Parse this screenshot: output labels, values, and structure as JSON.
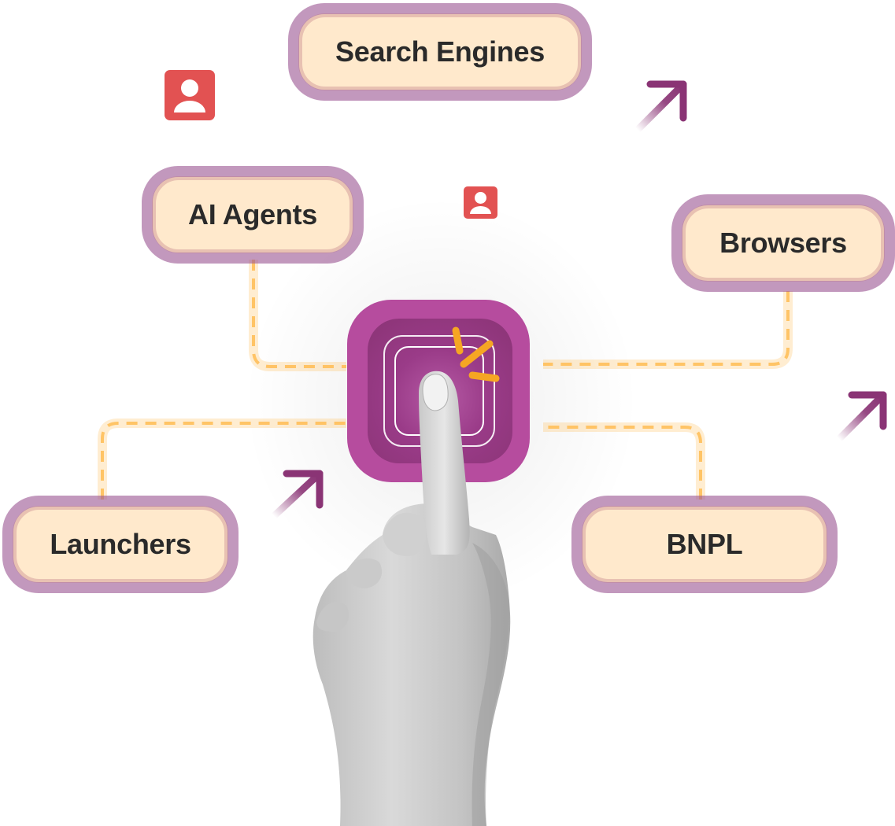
{
  "diagram": {
    "hub": {
      "name": "Tap / Click action",
      "icon": "finger-tap-icon"
    },
    "nodes": [
      {
        "id": "search-engines",
        "label": "Search Engines"
      },
      {
        "id": "ai-agents",
        "label": "AI Agents"
      },
      {
        "id": "browsers",
        "label": "Browsers"
      },
      {
        "id": "launchers",
        "label": "Launchers"
      },
      {
        "id": "bnpl",
        "label": "BNPL"
      }
    ],
    "decorations": {
      "user_icons": [
        "user-icon",
        "user-icon"
      ],
      "arrows": [
        "arrow-up-right-icon",
        "arrow-up-right-icon",
        "arrow-up-right-icon"
      ]
    },
    "colors": {
      "node_fill": "#ffe9cc",
      "node_border": "#b783b0",
      "text": "#2a2a2a",
      "hub_outer": "#b64c9e",
      "hub_inner": "#8a3475",
      "connector": "#ffbf5a",
      "spark": "#f6a623",
      "user_icon": "#e25252",
      "arrow": "#8a3475"
    }
  }
}
